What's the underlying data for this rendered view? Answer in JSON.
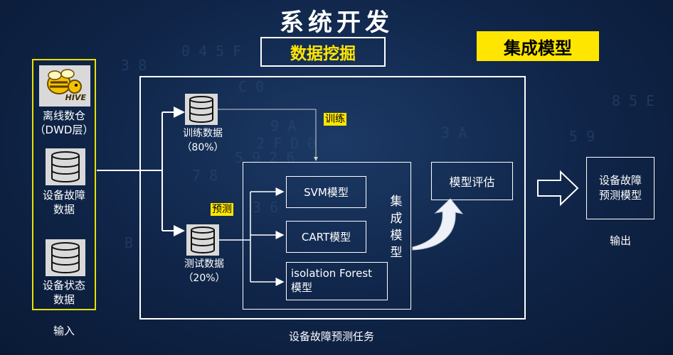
{
  "header": {
    "title": "系统开发",
    "subtitle": "数据挖掘",
    "tag": "集成模型"
  },
  "inputs": {
    "items": [
      {
        "label_line1": "离线数仓",
        "label_line2": "（DWD层）",
        "icon": "hive-icon",
        "icon_text": "HIVE"
      },
      {
        "label_line1": "设备故障",
        "label_line2": "数据",
        "icon": "database-icon"
      },
      {
        "label_line1": "设备状态",
        "label_line2": "数据",
        "icon": "database-icon"
      }
    ],
    "caption": "输入"
  },
  "task": {
    "caption": "设备故障预测任务",
    "train": {
      "label_line1": "训练数据",
      "label_line2": "（80%）",
      "flow_label": "训练"
    },
    "test": {
      "label_line1": "测试数据",
      "label_line2": "（20%）",
      "flow_label": "预测"
    },
    "ensemble": {
      "label": "集成模型",
      "models": [
        "SVM模型",
        "CART模型",
        "isolation Forest\n模型"
      ]
    }
  },
  "evaluation": {
    "label": "模型评估"
  },
  "output": {
    "label_line1": "设备故障",
    "label_line2": "预测模型",
    "caption": "输出"
  },
  "colors": {
    "background": "#0f2447",
    "highlight": "#ffe600",
    "line": "#ffffff"
  }
}
